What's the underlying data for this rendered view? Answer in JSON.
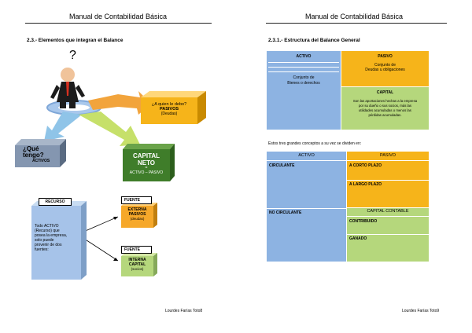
{
  "header": {
    "left_title": "Manual de Contabilidad Básica",
    "right_title": "Manual de Contabilidad Básica"
  },
  "left_page": {
    "section_title": "2.3.- Elementos que  integran el Balance",
    "question_mark": "?",
    "box_pasivos": {
      "question": "¿A quien le debo?",
      "title": "PASIVOS",
      "sub": "(Deudas)"
    },
    "box_activos": {
      "question": "¿Qué tengo?",
      "title": "ACTIVOS"
    },
    "box_capital": {
      "title_line1": "CAPITAL",
      "title_line2": "NETO",
      "eq": "=",
      "formula": "ACTIVO – PASIVO"
    },
    "recurso": {
      "label": "RECURSO",
      "text_l1": "Todo ACTIVO",
      "text_l2": "(Recurso) que",
      "text_l3": "posea la empresa,",
      "text_l4": "solo puede",
      "text_l5": "provenir de dos",
      "text_l6": "fuentes:"
    },
    "fuente1": {
      "label": "FUENTE",
      "l1": "EXTERNA",
      "l2": "PASIVOS",
      "l3": "(deudas)"
    },
    "fuente2": {
      "label": "FUENTE",
      "l1": "INTERNA",
      "l2": "CAPITAL",
      "l3": "(socios)"
    },
    "footer": "Lourdes Farías Toto8"
  },
  "right_page": {
    "section_title": "2.3.1.- Estructura del Balance General",
    "top": {
      "activo_label": "ACTIVO",
      "activo_text_l1": "Conjunto de",
      "activo_text_l2": "Bienes o derechos",
      "pasivo_label": "PASIVO",
      "pasivo_text_l1": "Conjunto de",
      "pasivo_text_l2": "Deudas u obligaciones",
      "capital_label": "CAPITAL",
      "capital_text_l1": "Son las aportaciones hechas a la empresa",
      "capital_text_l2": "por su dueño o sus socios, más las",
      "capital_text_l3": "utilidades acumuladas o menos las",
      "capital_text_l4": "pérdidas acumuladas."
    },
    "intro": "Estos tres grandes conceptos a su vez se dividen en:",
    "bottom": {
      "activo_header": "ACTIVO",
      "pasivo_header": "PASIVO",
      "circulante": "CIRCULANTE",
      "corto_plazo": "A CORTO PLAZO",
      "largo_plazo": "A LARGO PLAZO",
      "no_circulante": "NO CIRCULANTE",
      "capital_contable": "CAPITAL CONTABLE",
      "contribuido": "CONTRIBUIDO",
      "ganado": "GANADO"
    },
    "footer": "Lourdes Farías Toto9"
  },
  "colors": {
    "blue": "#8db3e2",
    "orange": "#f6b41a",
    "green": "#b5d77c",
    "dark_green": "#3f7d2a",
    "gray": "#8496b0"
  }
}
